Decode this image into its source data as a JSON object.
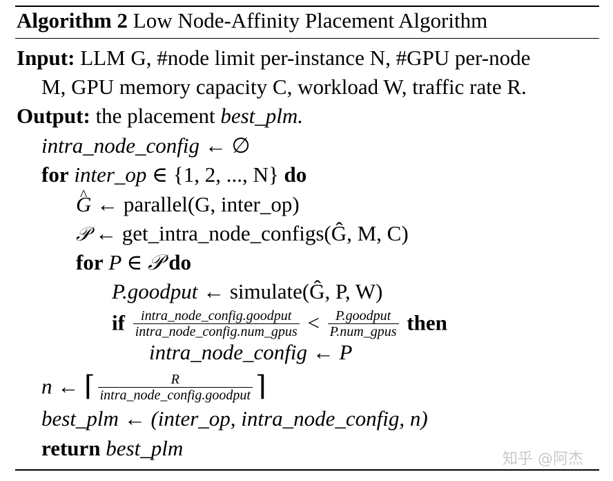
{
  "algorithm": {
    "label": "Algorithm 2",
    "title": "Low Node-Affinity Placement Algorithm"
  },
  "input": {
    "keyword": "Input:",
    "line1": "LLM G, #node limit per-instance N, #GPU per-node",
    "line2": "M, GPU memory capacity C, workload W, traffic rate R."
  },
  "output": {
    "keyword": "Output:",
    "text_plain": "the placement",
    "text_var": "best_plm."
  },
  "steps": {
    "s1_var": "intra_node_config",
    "s1_rhs": "← ∅",
    "s2_for": "for",
    "s2_var": "inter_op",
    "s2_set": "∈ {1, 2, ..., N}",
    "s2_do": "do",
    "s3_lhs": "G",
    "s3_rhs": "← parallel(G, inter_op)",
    "s4_lhs": "𝒫",
    "s4_rhs": "← get_intra_node_configs(Ĝ, M, C)",
    "s5_for": "for",
    "s5_expr": "P ∈ 𝒫",
    "s5_do": "do",
    "s6_lhs": "P.goodput",
    "s6_rhs": "← simulate(Ĝ, P, W)",
    "s7_if": "if",
    "s7_frac1_num": "intra_node_config.goodput",
    "s7_frac1_den": "intra_node_config.num_gpus",
    "s7_lt": "<",
    "s7_frac2_num": "P.goodput",
    "s7_frac2_den": "P.num_gpus",
    "s7_then": "then",
    "s8_text": "intra_node_config ← P",
    "s9_lhs": "n ←",
    "s9_num": "R",
    "s9_den": "intra_node_config.goodput",
    "s10_lhs": "best_plm",
    "s10_rhs": "← (inter_op, intra_node_config, n)",
    "s11_kw": "return",
    "s11_var": "best_plm"
  },
  "watermark": "知乎 @阿杰"
}
